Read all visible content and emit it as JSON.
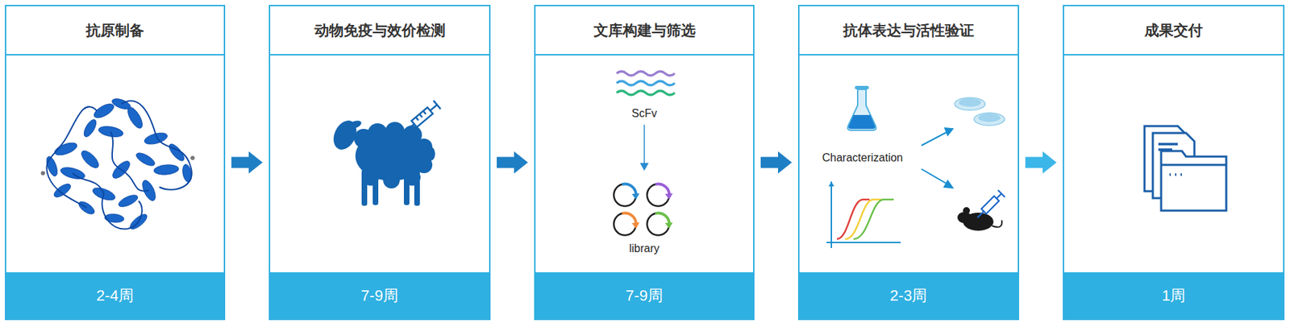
{
  "diagram": {
    "nodes": [
      {
        "text": [
          "抗原制备"
        ]
      },
      {
        "text": [
          "2-4周"
        ],
        "in": 0
      },
      {
        "text": [
          "动物免疫与效价检测"
        ]
      },
      {
        "text": [
          "7-9周"
        ],
        "in": 2
      },
      {
        "text": [
          "文库构建与筛选"
        ]
      },
      {
        "text": [
          "7-9周"
        ],
        "in": 4
      },
      {
        "text": [
          "抗体表达与活性验证"
        ]
      },
      {
        "text": [
          "2-3周"
        ],
        "in": 6
      },
      {
        "text": [
          "成果交付"
        ]
      },
      {
        "text": [
          "1周"
        ],
        "in": 8
      }
    ],
    "edges": [
      {
        "from": 0,
        "to": 2,
        "arrow": "to"
      },
      {
        "from": 2,
        "to": 4,
        "arrow": "to"
      },
      {
        "from": 4,
        "to": 6,
        "arrow": "to"
      },
      {
        "from": 6,
        "to": 8,
        "arrow": "to"
      }
    ],
    "labels": [
      "ScFv",
      "library",
      "Characterization"
    ]
  }
}
